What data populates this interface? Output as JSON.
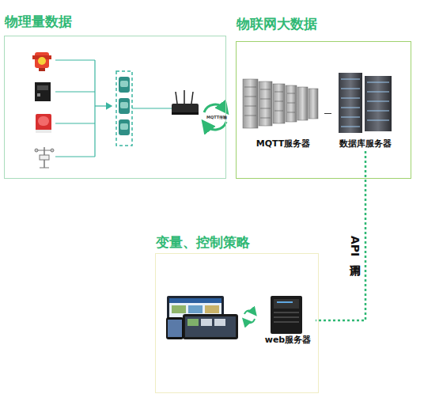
{
  "diagram": {
    "nodes": [
      {
        "text": [
          "物理量数据"
        ]
      },
      {
        "text": [
          "物联网大数据"
        ]
      },
      {
        "text": [
          "MQTT服务器"
        ],
        "in": 1
      },
      {
        "text": [
          "数据库服务器"
        ],
        "in": 1
      },
      {
        "text": [
          "变量、控制策略"
        ]
      },
      {
        "text": [
          "web服务器"
        ],
        "in": 4
      }
    ],
    "edges": [
      {
        "from": 2,
        "to": 3,
        "arrow": "none"
      },
      {
        "from": 3,
        "to": 5,
        "arrow": "none",
        "label": "API调用"
      }
    ],
    "labels": [
      "MQTT传输"
    ]
  }
}
